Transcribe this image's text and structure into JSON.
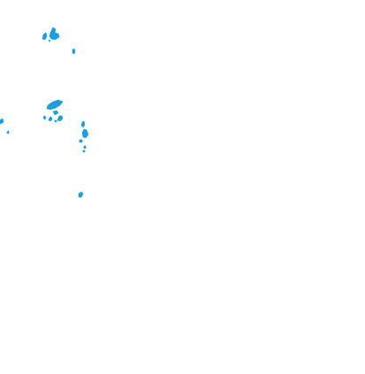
{
  "map": {
    "background": "#ffffff",
    "land_color": "#1a9fe0",
    "features": [
      {
        "id": "island-cluster-north"
      },
      {
        "id": "islet-north-small"
      },
      {
        "id": "island-cluster-central"
      },
      {
        "id": "islet-west-edge"
      },
      {
        "id": "island-chain-east"
      },
      {
        "id": "islet-south"
      }
    ]
  }
}
